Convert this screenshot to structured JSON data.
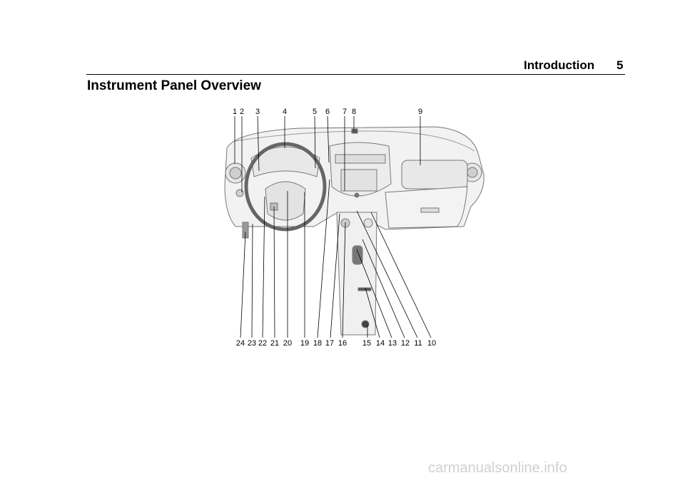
{
  "header": {
    "section": "Introduction",
    "page_number": "5"
  },
  "page_title": "Instrument Panel Overview",
  "figure": {
    "top_callouts": [
      "1",
      "2",
      "3",
      "4",
      "5",
      "6",
      "7",
      "8",
      "9"
    ],
    "bottom_callouts": [
      "24",
      "23",
      "22",
      "21",
      "20",
      "19",
      "18",
      "17",
      "16",
      "15",
      "14",
      "13",
      "12",
      "11",
      "10"
    ]
  },
  "watermark": "carmanualsonline.info"
}
